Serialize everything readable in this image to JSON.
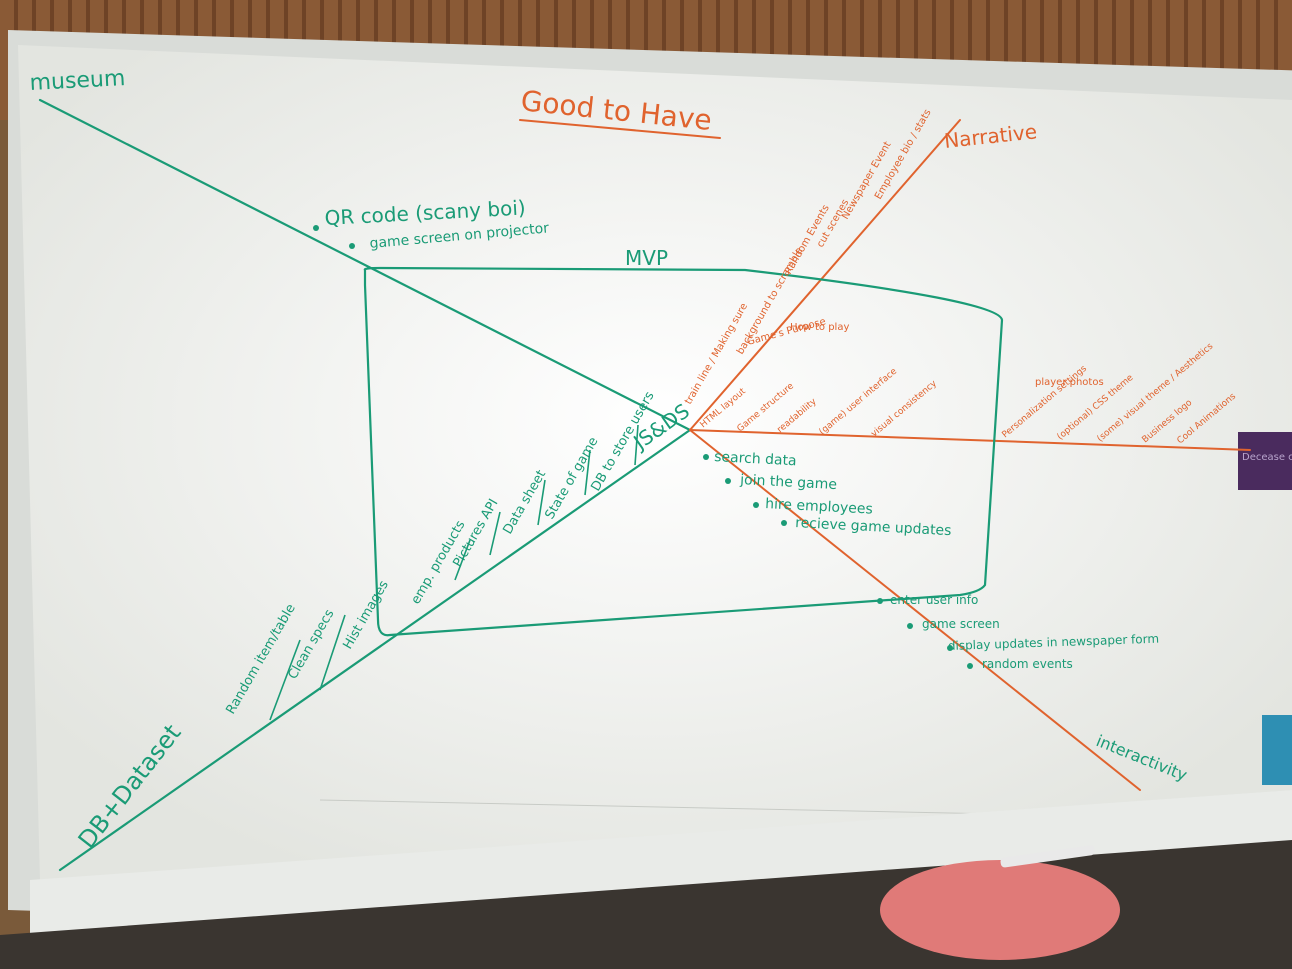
{
  "board": {
    "corner_top_left": "museum",
    "corner_bottom_left": "DB+Dataset",
    "header": "Good to Have",
    "narrative": "Narrative",
    "interactivity": "interactivity",
    "mvp": "MVP",
    "center": "JS&DS",
    "qr_code": "QR code (scany boi)",
    "game_screen_projector": "game screen on projector",
    "museum_branch": [
      "Random item/table",
      "Clean specs",
      "Hist images"
    ],
    "db_branch": [
      "emp. products",
      "Pictures API",
      "Data sheet",
      "State of game",
      "DB to store users"
    ],
    "narrative_branch": [
      "train line / Making sure",
      "background to scramble",
      "Game's Purpose",
      "How to play",
      "Random Events",
      "cut scenes",
      "Newspaper Event",
      "Employee bio / stats"
    ],
    "good_to_have_branch": [
      "HTML layout",
      "Game structure",
      "readability",
      "(game) user interface",
      "visual consistency",
      "Personalization settings",
      "(optional) CSS theme",
      "(some) visual theme / Aesthetics",
      "Business logo",
      "Cool Animations",
      "player photos"
    ],
    "interactivity_mvp": [
      "search data",
      "join the game",
      "hire employees",
      "recieve game updates"
    ],
    "interactivity_extra": [
      "enter user info",
      "game screen",
      "display updates in newspaper form",
      "random events"
    ],
    "sticky_note": "Decease course completion"
  },
  "colors": {
    "green_marker": "#1a9b76",
    "orange_marker": "#e0632e",
    "board": "#eeeeea",
    "sticky": "#4a2b5e"
  }
}
